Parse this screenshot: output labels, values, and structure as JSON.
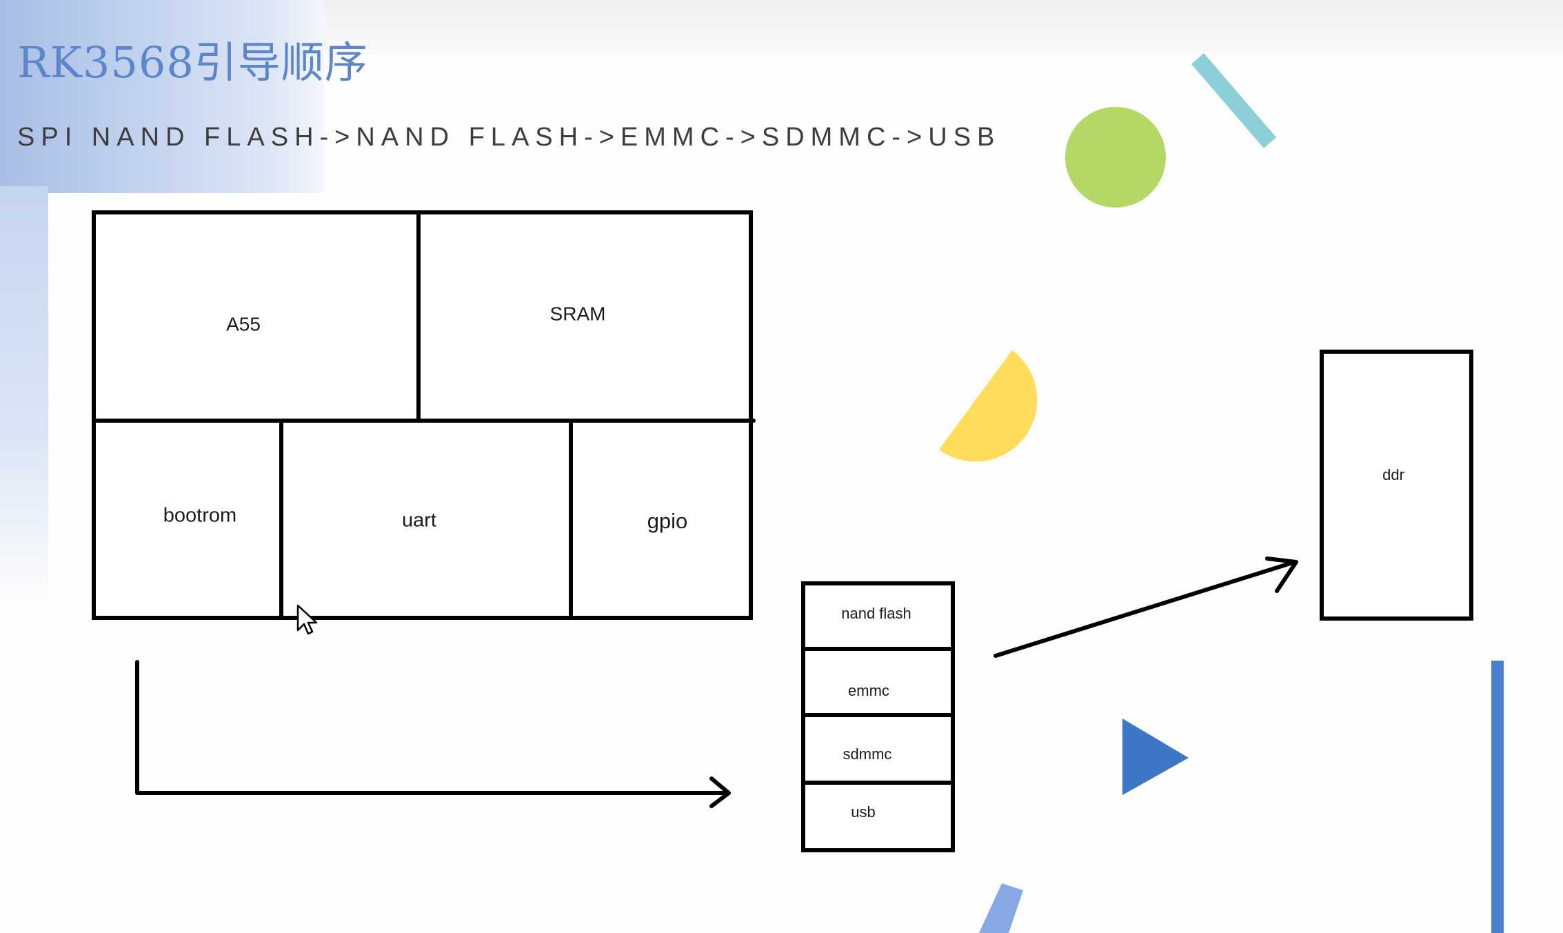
{
  "title": "RK3568引导顺序",
  "boot_sequence": "SPI NAND FLASH->NAND FLASH->EMMC->SDMMC->USB",
  "chip": {
    "cpu": "A55",
    "sram": "SRAM",
    "bootrom": "bootrom",
    "uart": "uart",
    "gpio": "gpio"
  },
  "storage": {
    "items": [
      "nand flash",
      "emmc",
      "sdmmc",
      "usb"
    ]
  },
  "memory": {
    "label": "ddr"
  },
  "colors": {
    "title": "#5b86c9",
    "green_circle": "#b3d865",
    "teal_bar": "#8ccfd8",
    "yellow_half": "#ffdc5a",
    "blue_triangle": "#3d77c6",
    "blue_bar": "#4a7fc9",
    "light_blue_bar": "#86a8e6"
  }
}
